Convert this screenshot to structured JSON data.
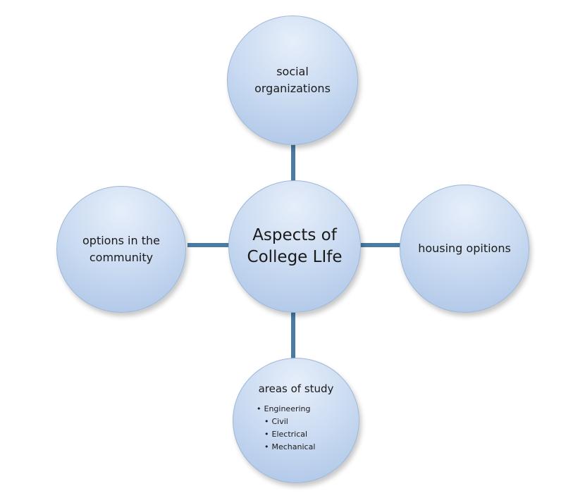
{
  "center": {
    "label": "Aspects of College LIfe"
  },
  "branches": {
    "top": {
      "label": "social organizations"
    },
    "left": {
      "label": "options in the community"
    },
    "right": {
      "label": "housing opitions"
    },
    "bottom": {
      "label": "areas of study",
      "items": [
        {
          "text": "Engineering",
          "level": 1
        },
        {
          "text": "Civil",
          "level": 2
        },
        {
          "text": "Electrical",
          "level": 2
        },
        {
          "text": "Mechanical",
          "level": 2
        }
      ]
    }
  },
  "colors": {
    "node_fill": "#c9daf1",
    "node_border": "#9db7d6",
    "connector": "#4a7ba3"
  }
}
